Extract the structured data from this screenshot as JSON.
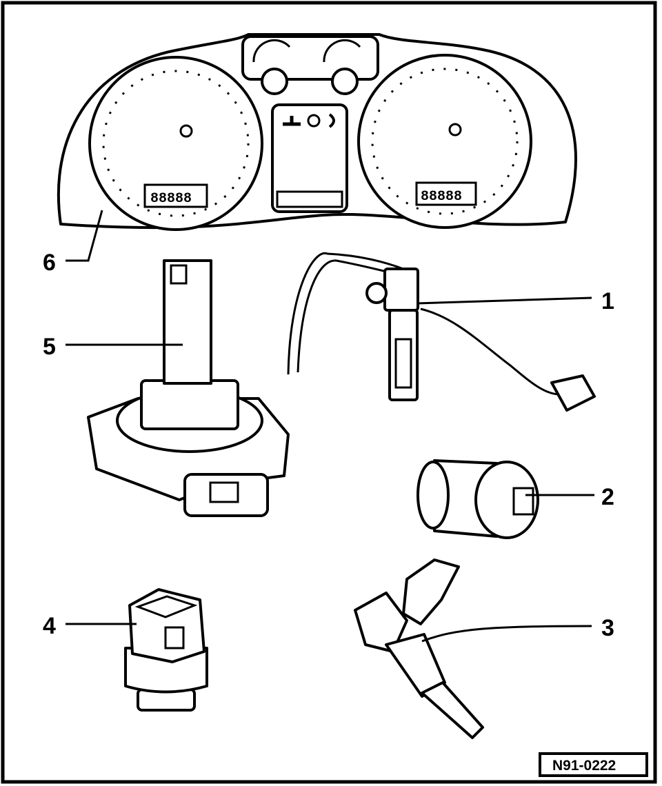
{
  "callouts": {
    "c1": "1",
    "c2": "2",
    "c3": "3",
    "c4": "4",
    "c5": "5",
    "c6": "6"
  },
  "reference_code": "N91-0222"
}
